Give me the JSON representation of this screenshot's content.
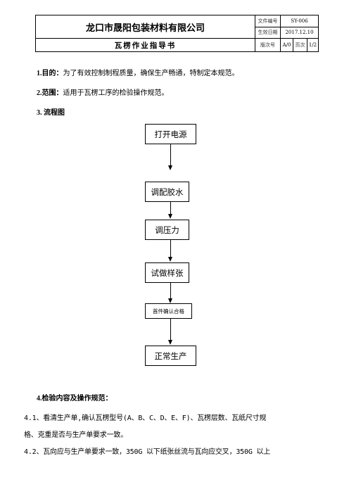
{
  "header": {
    "company": "龙口市晟阳包装材料有限公司",
    "doc_title": "瓦楞作业指导书",
    "doc_no_label": "文件编号",
    "doc_no": "SY-006",
    "effective_label": "生效日期",
    "effective_date": "2017.12.10",
    "version_label": "版次号",
    "version": "A/0",
    "page_label": "页次",
    "page": "1/2"
  },
  "sections": {
    "purpose_label": "1.目的：",
    "purpose_text": "为了有效控制制程质量，确保生产畅通，特制定本规范。",
    "scope_label": "2.范围：",
    "scope_text": "适用于瓦楞工序的检验操作规范。",
    "flow_label": "3. 流程图"
  },
  "flowchart": {
    "steps": [
      "打开电源",
      "调配胶水",
      "调压力",
      "试做样张",
      "首件确认合格",
      "正常生产"
    ]
  },
  "inspection": {
    "title": "4.检验内容及操作规范：",
    "lines": [
      "4.1、看清生产单,确认瓦楞型号(A、B、C、D、E、F)、瓦楞层数、瓦纸尺寸规",
      "格、克重是否与生产单要求一致。",
      "4.2、瓦向应与生产单要求一致，350G 以下纸张丝流与瓦向应交叉，350G 以上"
    ]
  }
}
